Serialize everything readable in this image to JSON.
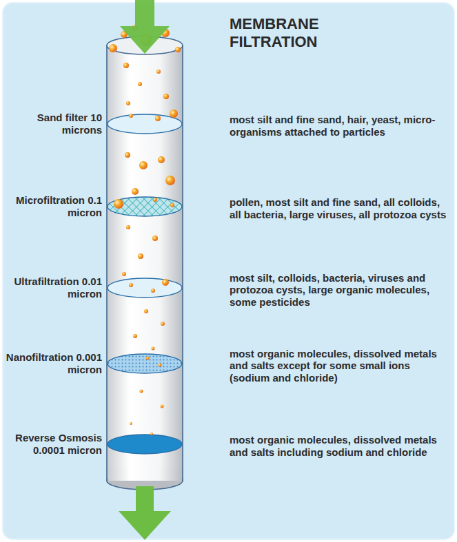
{
  "diagram": {
    "title": "MEMBRANE FILTRATION",
    "labels": [
      "Sand filter 10 microns",
      "most silt and fine sand, hair, yeast, micro-organisms attached to particles",
      "Microfiltration 0.1 micron",
      "pollen, most silt and fine sand, all colloids, all bacteria, large viruses, all protozoa cysts",
      "Ultrafiltration 0.01 micron",
      "most silt, colloids, bacteria, viruses and protozoa cysts, large organic molecules, some pesticides",
      "Nanofiltration 0.001 micron",
      "most organic molecules, dissolved metals and salts except for some small ions (sodium and chloride)",
      "Reverse Osmosis 0.0001 micron",
      "most organic molecules, dissolved metals and salts including sodium and chloride"
    ]
  }
}
